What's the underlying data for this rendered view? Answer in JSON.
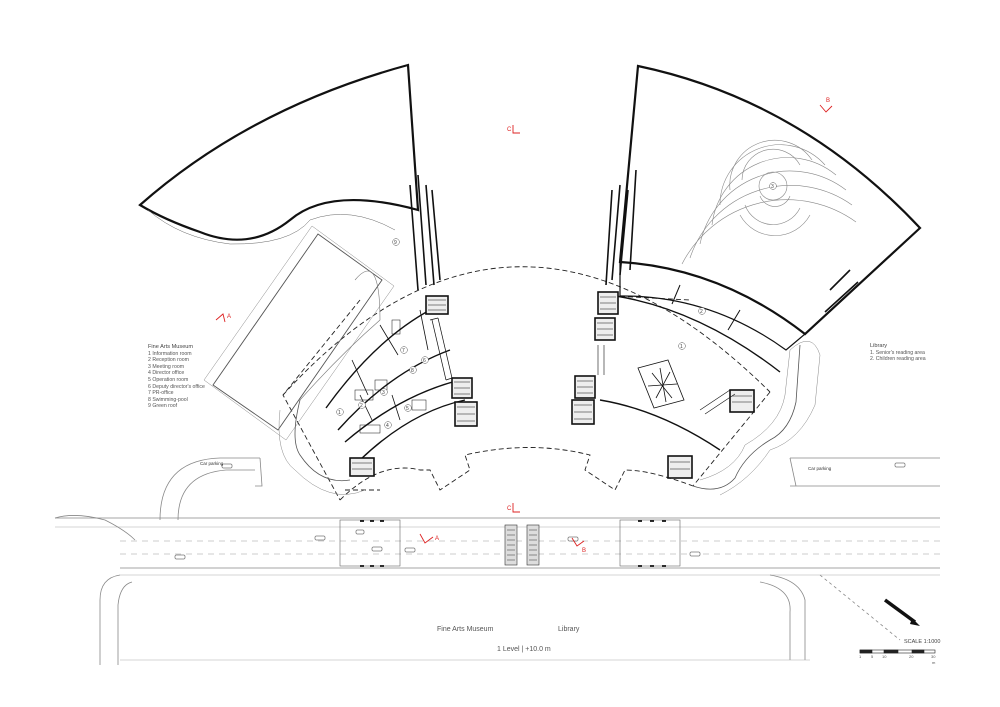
{
  "legends": {
    "museum": {
      "title": "Fine Arts Museum",
      "items": [
        "1 Information room",
        "2 Reception room",
        "3 Meeting room",
        "4 Director office",
        "5 Operation room",
        "6 Deputy director's office",
        "7 PR-office",
        "8 Swimming-pool",
        "9 Green roof"
      ]
    },
    "library": {
      "title": "Library",
      "items": [
        "1. Senior's reading area",
        "2. Children reading area"
      ]
    }
  },
  "captions": {
    "museum": "Fine Arts Museum",
    "library": "Library",
    "level": "1 Level  |  +10.0 m"
  },
  "scale": {
    "label": "SCALE 1:1000",
    "ticks": [
      "1",
      "5",
      "10",
      "20",
      "30"
    ],
    "unit": "m"
  },
  "parking": {
    "left": "Car parking",
    "right": "Car parking"
  },
  "section_marks": {
    "a": "A",
    "b": "B",
    "c": "C"
  },
  "room_numbers": {
    "museum_green_roof": "9",
    "museum_pool": "8",
    "r1": "1",
    "r2": "2",
    "r3": "3",
    "r4": "4",
    "r5": "5",
    "r6": "6",
    "r7": "7",
    "lib_1": "1",
    "lib_2": "2",
    "lib_3": "3"
  },
  "colors": {
    "line": "#111111",
    "thin": "#777777",
    "accent": "#d22222"
  }
}
